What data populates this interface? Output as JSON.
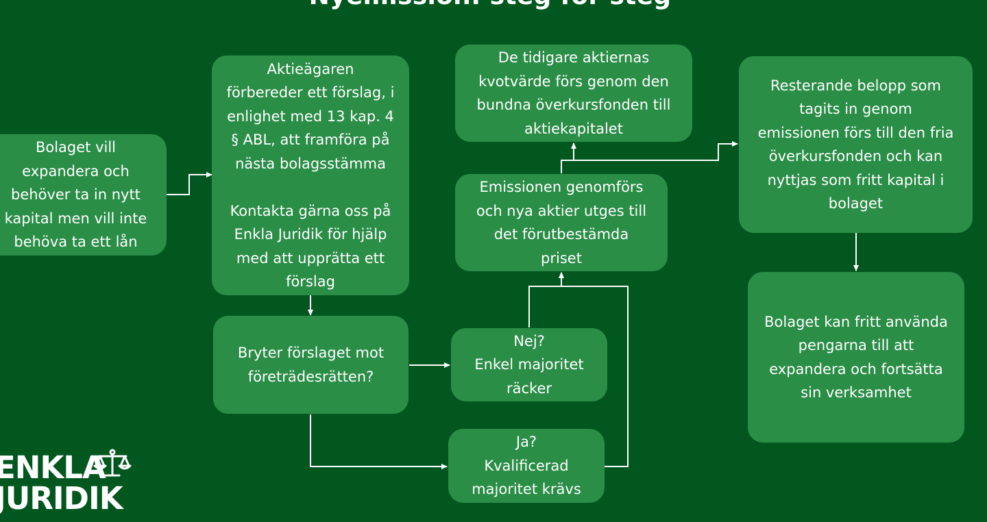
{
  "title": "Nyemission: steg för steg",
  "nodes": {
    "start": "Bolaget vill\nexpandera och\nbehöver ta in nytt\nkapital men vill inte\nbehöva ta ett lån",
    "proposal": "Aktieägaren\nförbereder ett förslag, i\nenlighet med 13 kap. 4\n§ ABL, att framföra på\nnästa bolagsstämma\n\nKontakta gärna oss på\nEnkla Juridik för hjälp\nmed att upprätta ett\nförslag",
    "question": "Bryter förslaget mot\nföreträdesrätten?",
    "no": "Nej?\nEnkel majoritet\nräcker",
    "yes": "Ja?\nKvalificerad\nmajoritet krävs",
    "emission": "Emissionen genomförs\noch nya aktier utges till\ndet förutbestämda\npriset",
    "quota": "De tidigare aktiernas\nkvotvärde förs genom den\nbundna överkursfonden till\naktiekapitalet",
    "rest": "Resterande belopp som\ntagits in genom\nemissionen förs till den fria\növerkursfonden och kan\nnyttjas som fritt kapital i\nbolaget",
    "final": "Bolaget kan fritt använda\npengarna till att\nexpandera och fortsätta\nsin verksamhet"
  },
  "logo": {
    "line1": "ENKLA",
    "line2": "JURIDIK",
    "icon": "scales-of-justice-icon"
  },
  "colors": {
    "background": "#02571f",
    "box": "#2a8e47",
    "text": "#ffffff",
    "connector": "#ffffff"
  }
}
